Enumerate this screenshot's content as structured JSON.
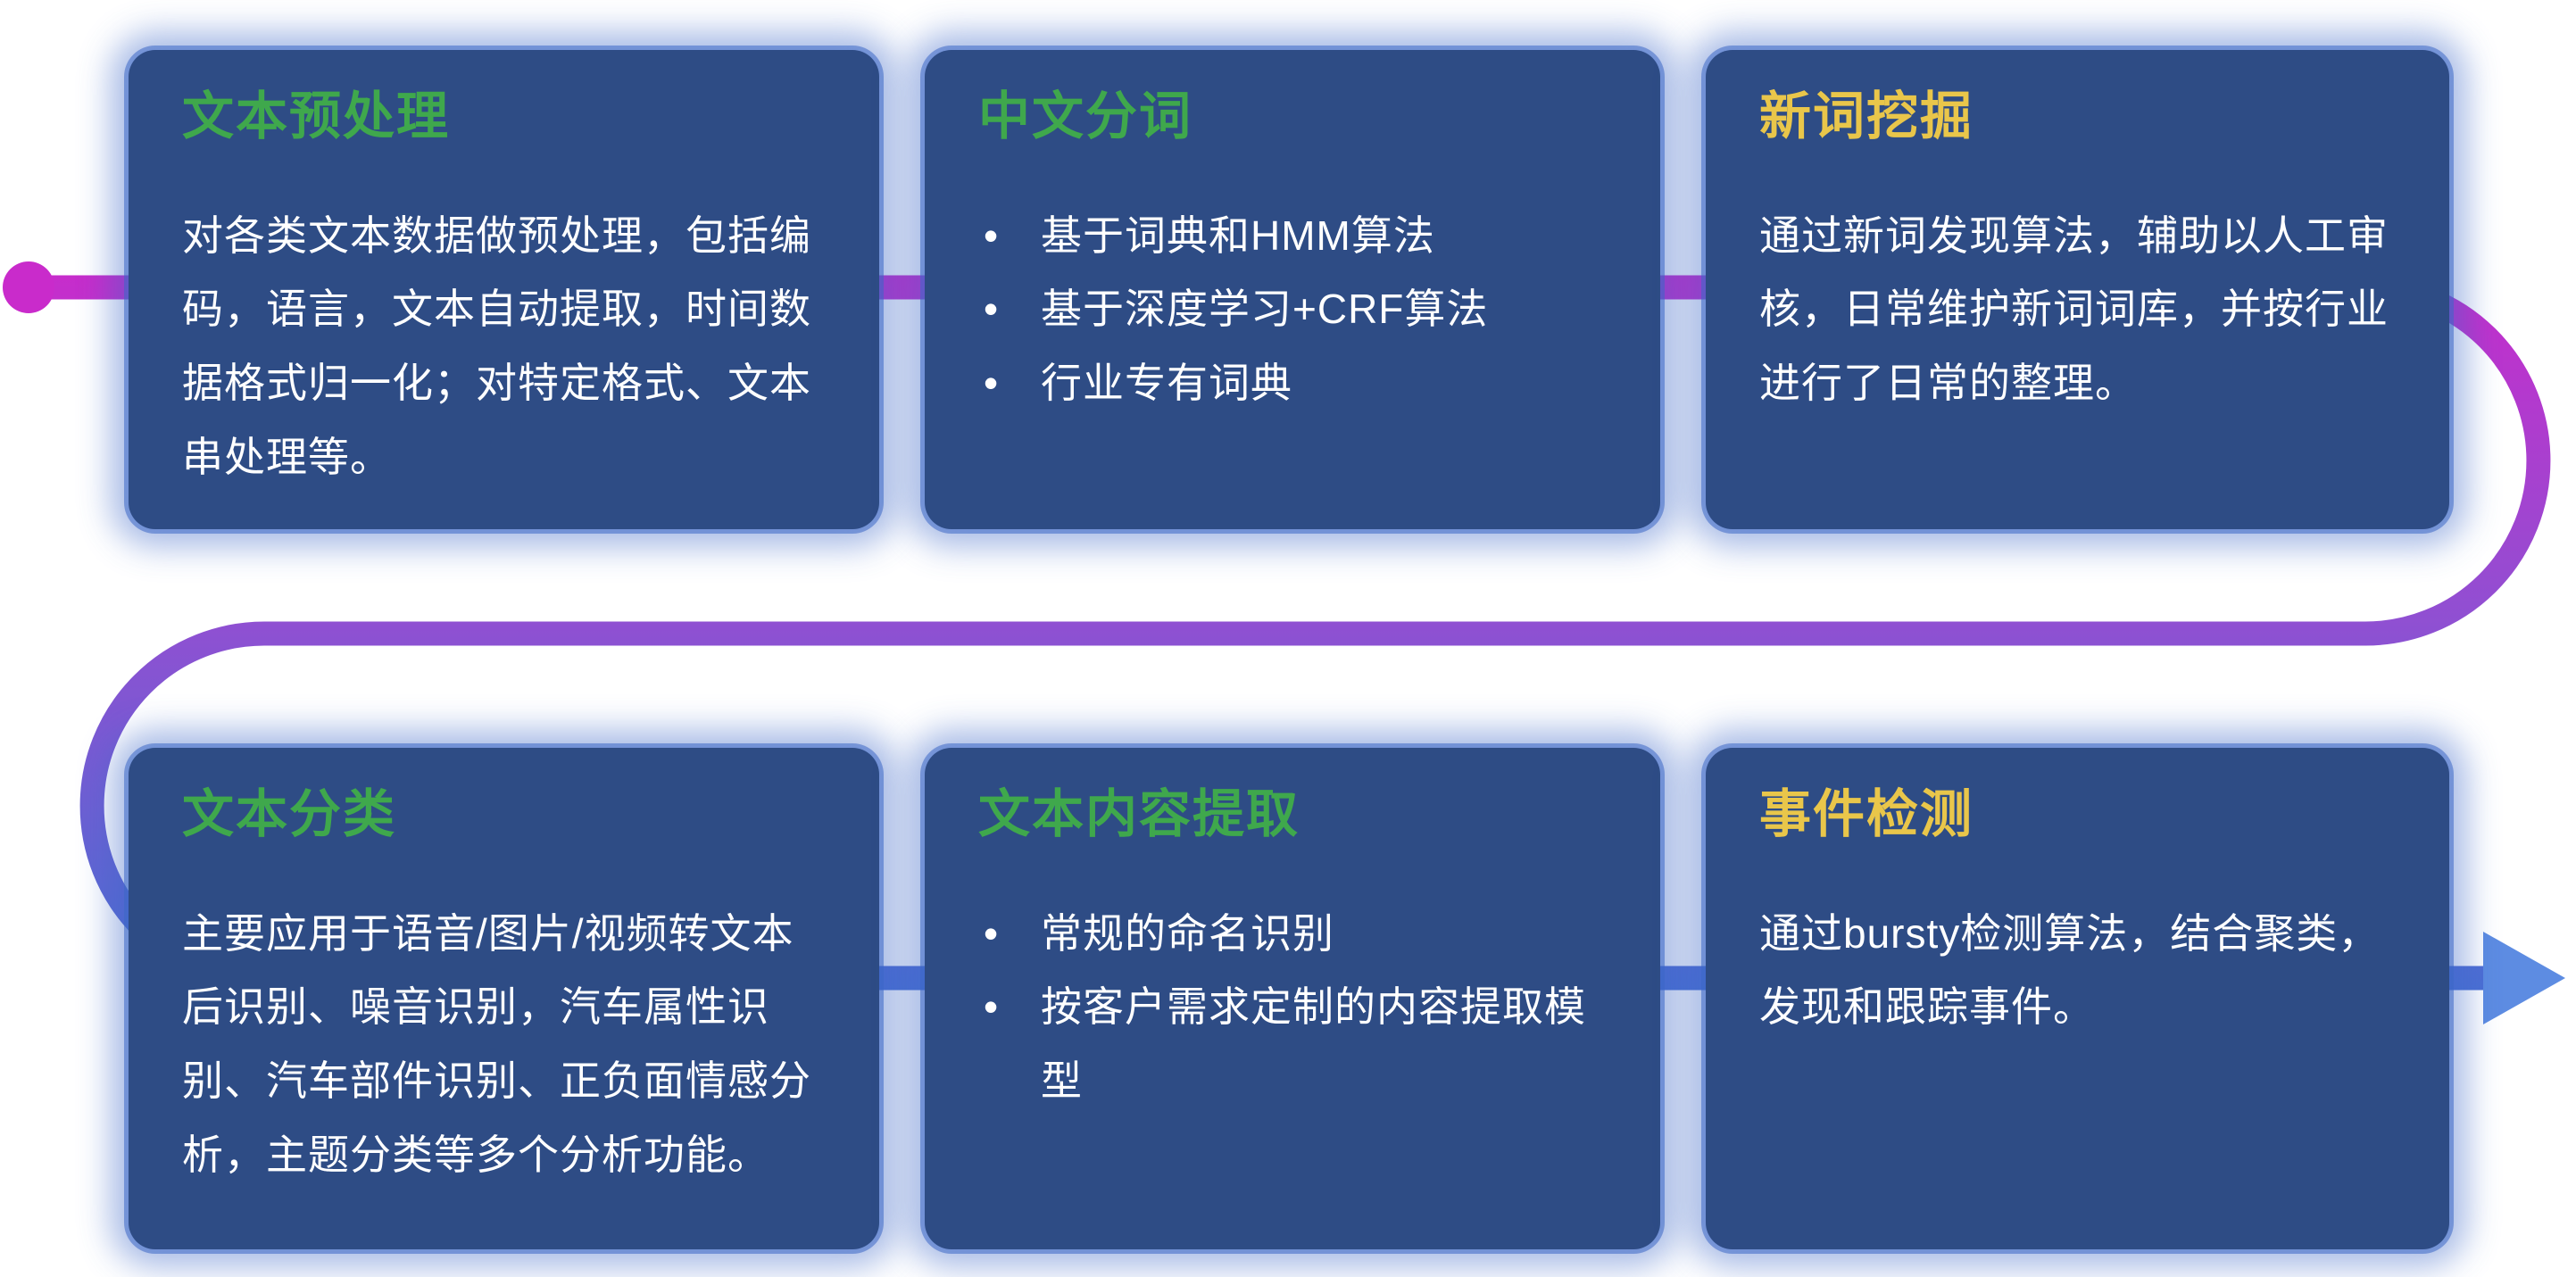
{
  "diagram": {
    "background": "#ffffff",
    "flow": {
      "start_dot_color": "#c92bcb",
      "gradient_top": "#c92bcb",
      "gradient_mid": "#8f50d2",
      "gradient_bottom": "#4a6fd4",
      "arrow_color": "#5d8ce2"
    },
    "cards": [
      {
        "name": "text-preprocessing",
        "title": "文本预处理",
        "title_color": "#3fa84c",
        "body": "对各类文本数据做预处理，包括编码，语言，文本自动提取，时间数据格式归一化；对特定格式、文本串处理等。"
      },
      {
        "name": "chinese-word-segmentation",
        "title": "中文分词",
        "title_color": "#3fa84c",
        "bullets": [
          "基于词典和HMM算法",
          "基于深度学习+CRF算法",
          "行业专有词典"
        ]
      },
      {
        "name": "new-word-mining",
        "title": "新词挖掘",
        "title_color": "#e9c64a",
        "body": "通过新词发现算法，辅助以人工审核，日常维护新词词库，并按行业进行了日常的整理。"
      },
      {
        "name": "text-classification",
        "title": "文本分类",
        "title_color": "#3fa84c",
        "body": "主要应用于语音/图片/视频转文本后识别、噪音识别，汽车属性识别、汽车部件识别、正负面情感分析，主题分类等多个分析功能。"
      },
      {
        "name": "text-content-extraction",
        "title": "文本内容提取",
        "title_color": "#3fa84c",
        "bullets": [
          "常规的命名识别",
          "按客户需求定制的内容提取模型"
        ]
      },
      {
        "name": "event-detection",
        "title": "事件检测",
        "title_color": "#e9c64a",
        "body": "通过bursty检测算法，结合聚类，发现和跟踪事件。"
      }
    ]
  }
}
